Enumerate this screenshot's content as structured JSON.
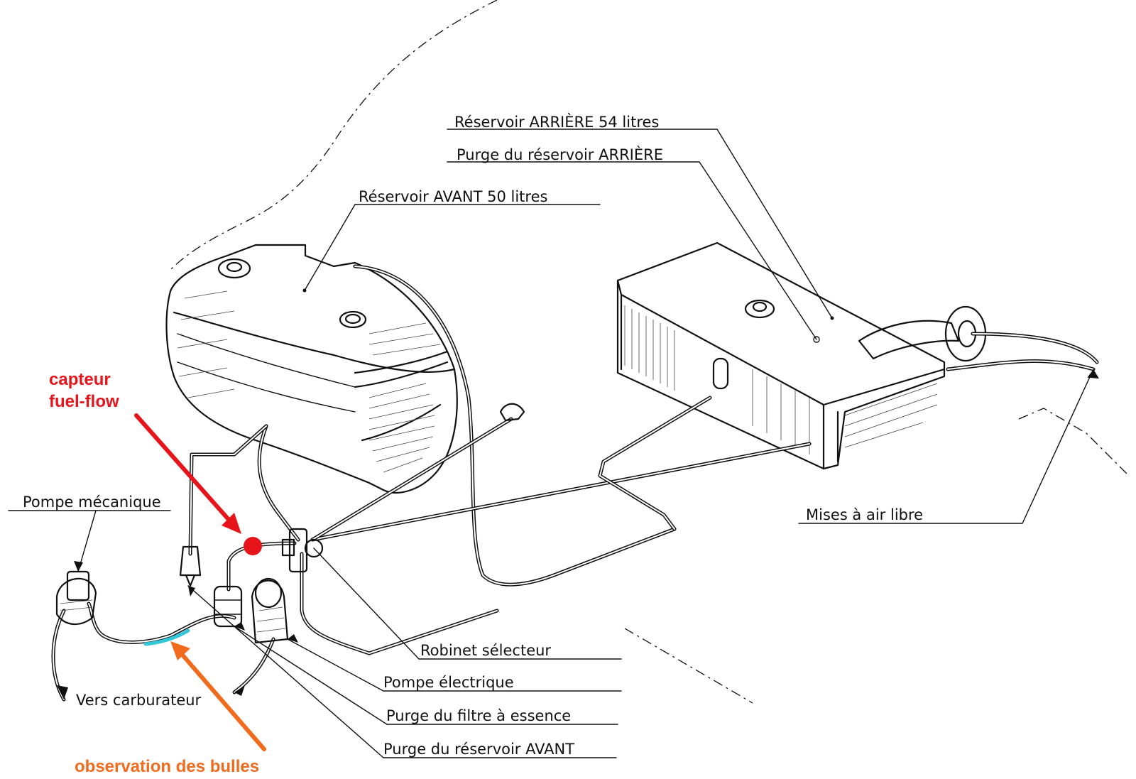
{
  "labels": {
    "rear_tank": "Réservoir ARRIÈRE 54 litres",
    "rear_tank_drain": "Purge du réservoir ARRIÈRE",
    "front_tank": "Réservoir AVANT 50 litres",
    "mechanical_pump": "Pompe mécanique",
    "air_vents": "Mises à air libre",
    "selector_valve": "Robinet sélecteur",
    "electric_pump": "Pompe électrique",
    "fuel_filter_drain": "Purge du filtre à essence",
    "front_tank_drain": "Purge du réservoir AVANT",
    "to_carburetor": "Vers carburateur"
  },
  "annotations": {
    "fuel_flow_sensor_line1": "capteur",
    "fuel_flow_sensor_line2": "fuel-flow",
    "bubble_observation": "observation des bulles"
  },
  "colors": {
    "annotation_red": "#e8141b",
    "annotation_orange": "#f26b1d",
    "highlight_pipe": "#33c6d6",
    "ink": "#111111"
  },
  "icons": {
    "sensor_marker": "red-dot-icon"
  }
}
